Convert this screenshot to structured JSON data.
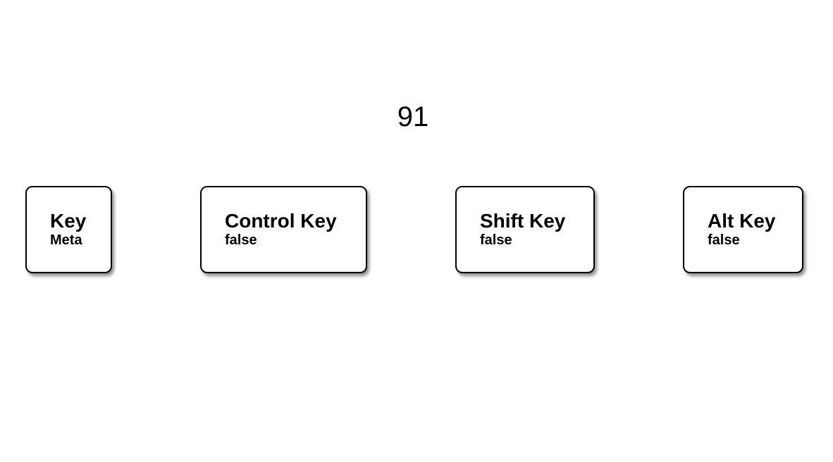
{
  "keycode": "91",
  "keys": [
    {
      "title": "Key",
      "value": "Meta"
    },
    {
      "title": "Control Key",
      "value": "false"
    },
    {
      "title": "Shift Key",
      "value": "false"
    },
    {
      "title": "Alt Key",
      "value": "false"
    }
  ]
}
